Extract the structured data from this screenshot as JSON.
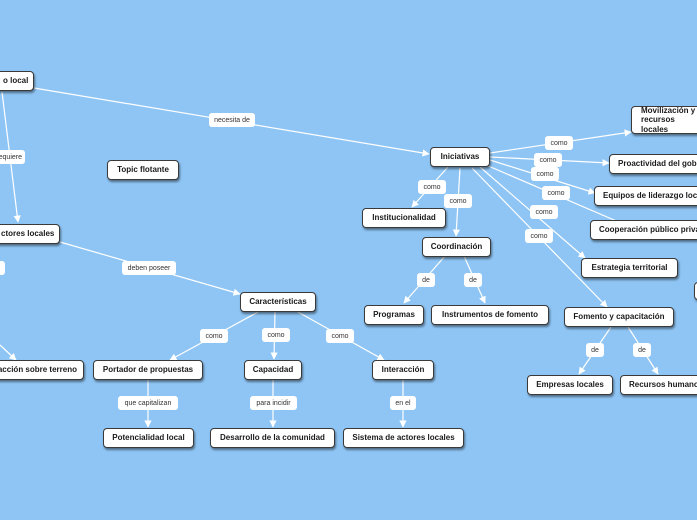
{
  "nodes": {
    "desarrollo_local": "o local",
    "actores_locales": "ctores locales",
    "topic_flotante": "Topic flotante",
    "caracteristicas": "Características",
    "portador": "Portador de propuestas",
    "capacidad": "Capacidad",
    "interaccion": "Interacción",
    "potencialidad": "Potencialidad local",
    "desarrollo_comunidad": "Desarrollo de la comunidad",
    "sistema_actores": "Sistema de actores locales",
    "accion_terreno": "acción sobre terreno",
    "iniciativas": "Iniciativas",
    "institucionalidad": "Institucionalidad",
    "coordinacion": "Coordinación",
    "programas": "Programas",
    "instrumentos": "Instrumentos de fomento",
    "fomento": "Fomento y capacitación",
    "empresas": "Empresas locales",
    "recursos": "Recursos humanos",
    "estrategia": "Estrategia territorial",
    "cooperacion": "Cooperación público privada",
    "equipos": "Equipos de liderazgo local",
    "proactividad": "Proactividad del gobierno",
    "movilizacion": "Movilización y recursos locales"
  },
  "edge_labels": {
    "necesita_de": "necesita de",
    "requiere": "requiere",
    "deben_poseer": "deben poseer",
    "como_portador": "como",
    "como_capacidad": "como",
    "como_interaccion": "como",
    "que_capitalizan": "que capitalizan",
    "para_incidir": "para incidir",
    "en_el": "en el",
    "como_institucionalidad": "como",
    "como_coordinacion": "como",
    "de_programas": "de",
    "de_instrumentos": "de",
    "como_movilizacion": "como",
    "como_proactividad": "como",
    "como_equipos": "como",
    "como_cooperacion": "como",
    "como_estrategia": "como",
    "como_fomento": "como",
    "de_empresas": "de",
    "de_recursos": "de"
  },
  "colors": {
    "background": "#8fc5f4",
    "node_fill": "#ffffff",
    "node_border": "#3a3a3a",
    "edge": "#ffffff"
  }
}
